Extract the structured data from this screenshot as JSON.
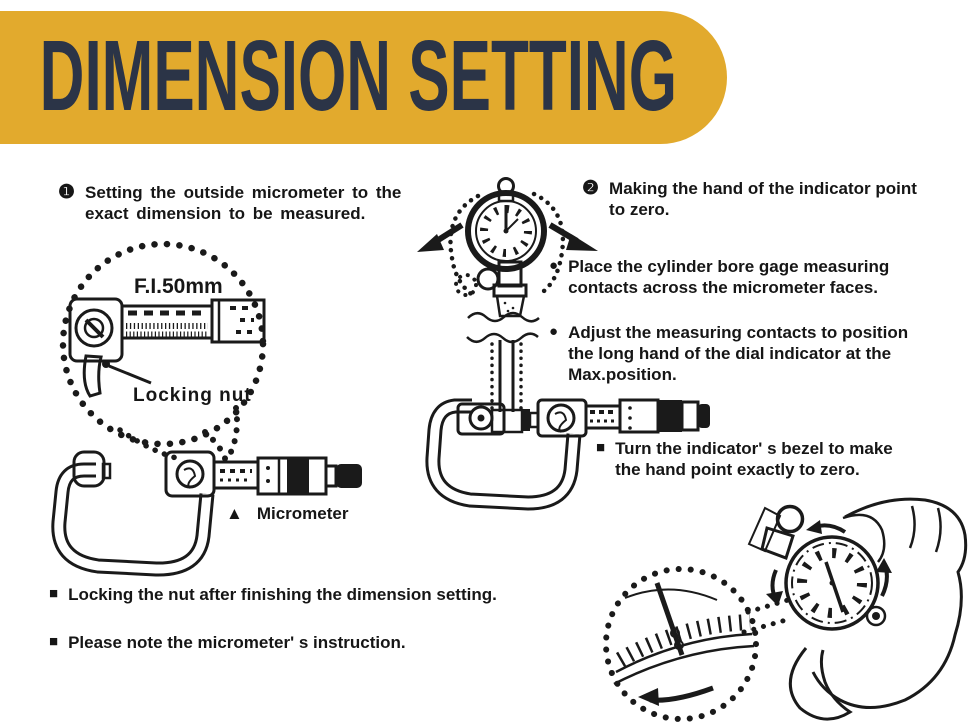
{
  "banner": {
    "title": "DIMENSION SETTING",
    "bg_color": "#E2AA2D",
    "text_color": "#2B3447"
  },
  "steps": [
    {
      "marker": "❶",
      "lines": [
        "Setting the outside micrometer to the",
        "exact dimension to be measured."
      ]
    },
    {
      "marker": "❷",
      "lines": [
        "Making the hand of the indicator point",
        "to zero."
      ]
    }
  ],
  "bullets": [
    {
      "marker": "●",
      "lines": [
        "Place the cylinder bore gage measuring",
        "contacts across the micrometer faces."
      ]
    },
    {
      "marker": "●",
      "lines": [
        "Adjust the measuring contacts to position",
        "the long hand of the dial indicator at the",
        "Max.position."
      ]
    },
    {
      "marker": "■",
      "lines": [
        "Turn the indicator' s bezel to make",
        "the hand point exactly to zero."
      ]
    }
  ],
  "notes": [
    {
      "marker": "■",
      "text": "Locking the nut after finishing the dimension setting."
    },
    {
      "marker": "■",
      "text": "Please note the micrometer' s instruction."
    }
  ],
  "captions": {
    "inset_title": "F.I.50mm",
    "locking_nut": "Locking nut",
    "micrometer_marker": "▲",
    "micrometer": "Micrometer"
  },
  "ink_color": "#1a1a1a"
}
